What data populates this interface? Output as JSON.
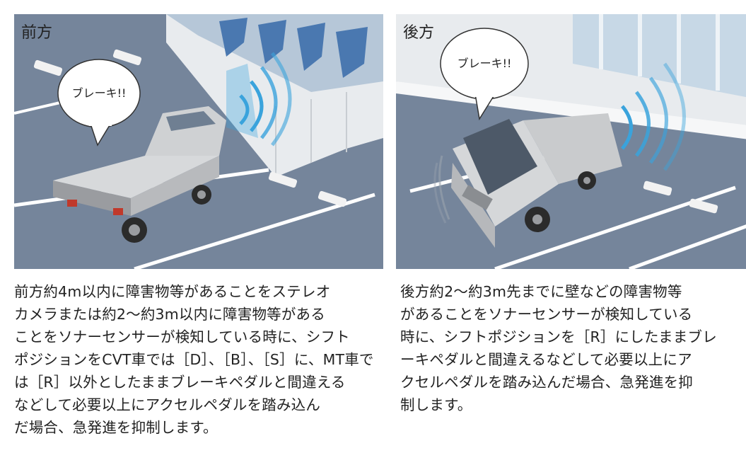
{
  "front": {
    "label": "前方",
    "bubble": "ブレーキ!!",
    "description_lines": [
      "前方約4m以内に障害物等があることをステレオ",
      "カメラまたは約2〜約3m以内に障害物等がある",
      "ことをソナーセンサーが検知している時に、シフト",
      "ポジションをCVT車では［D］、［B］、［S］に、MT車で",
      "は［R］以外としたままブレーキペダルと間違える",
      "などして必要以上にアクセルペダルを踏み込ん",
      "だ場合、急発進を抑制します。"
    ]
  },
  "rear": {
    "label": "後方",
    "bubble": "ブレーキ!!",
    "description_lines": [
      "後方約2〜約3m先までに壁などの障害物等",
      "があることをソナーセンサーが検知している",
      "時に、シフトポジションを［R］にしたままブレ",
      "ーキペダルと間違えるなどして必要以上にア",
      "クセルペダルを踏み込んだ場合、急発進を抑",
      "制します。"
    ]
  },
  "colors": {
    "asphalt": "#75859b",
    "wall_light": "#e8ebee",
    "glass": "#c7d8e6",
    "sensor_wave": "#3aa3dc",
    "truck_body": "#c9cbcd"
  }
}
